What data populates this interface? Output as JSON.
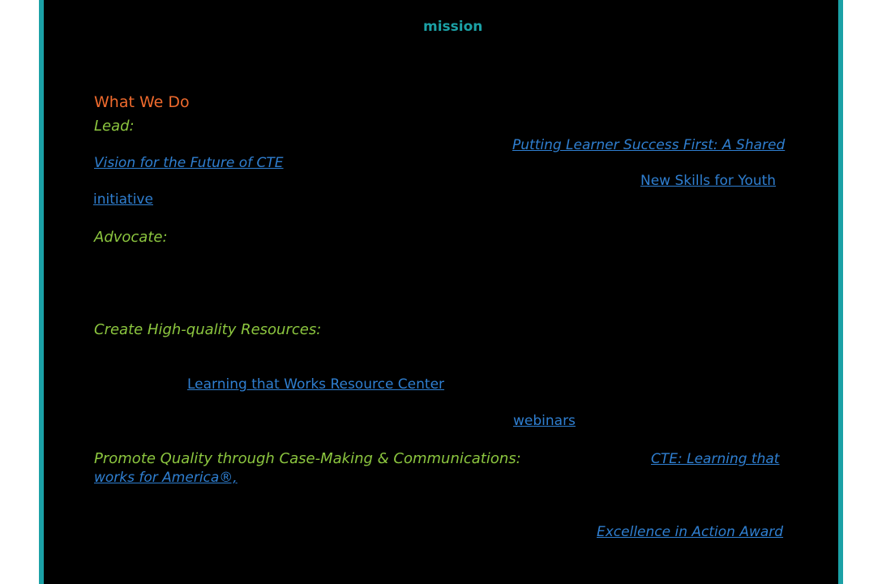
{
  "page": {
    "mission_link": "mission",
    "heading": "What We Do",
    "sections": {
      "lead": {
        "label": "Lead:",
        "links": [
          "Putting Learner Success First: A Shared",
          "Vision for the Future of CTE",
          "New Skills for Youth",
          "initiative"
        ]
      },
      "advocate": {
        "label": "Advocate:"
      },
      "resources": {
        "label": "Create High-quality Resources:",
        "links": [
          "Learning that Works Resource Center",
          "webinars"
        ]
      },
      "promote": {
        "label": "Promote Quality through Case-Making & Communications:",
        "links": [
          "CTE: Learning that",
          "works for America®,",
          "Excellence in Action Award"
        ]
      }
    }
  },
  "colors": {
    "accent_teal": "#1ba1a6",
    "heading_orange": "#ef6a2d",
    "subheading_green": "#8cc63f",
    "link_blue": "#2f7fd1",
    "background": "#000000"
  }
}
